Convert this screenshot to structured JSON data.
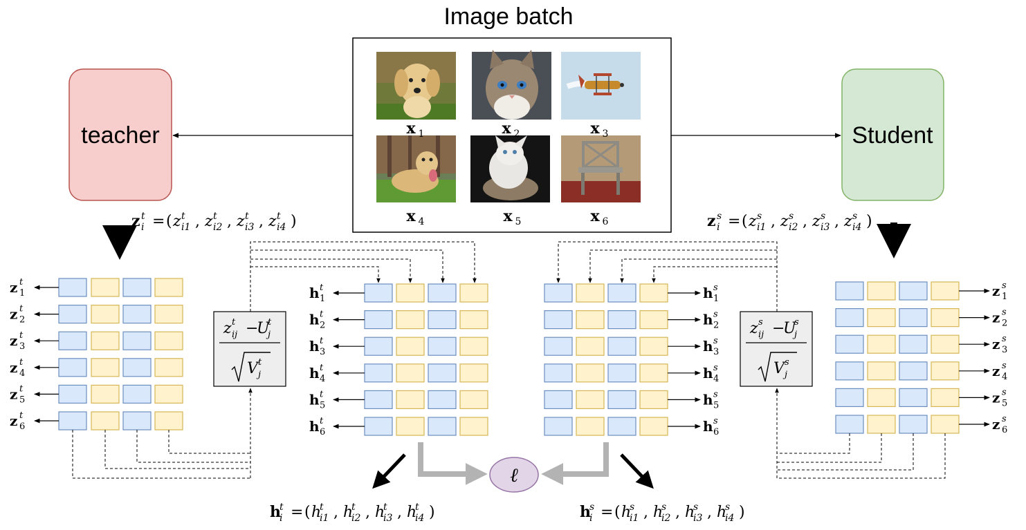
{
  "title": "Image batch",
  "teacher": {
    "label": "teacher"
  },
  "student": {
    "label": "Student"
  },
  "images": [
    {
      "caption": "x",
      "sub": "1",
      "subject": "dog-puppy"
    },
    {
      "caption": "x",
      "sub": "2",
      "subject": "cat-tabby"
    },
    {
      "caption": "x",
      "sub": "3",
      "subject": "biplane"
    },
    {
      "caption": "x",
      "sub": "4",
      "subject": "dog-lying"
    },
    {
      "caption": "x",
      "sub": "5",
      "subject": "kitten"
    },
    {
      "caption": "x",
      "sub": "6",
      "subject": "chair"
    }
  ],
  "z_teacher": {
    "main": "z",
    "sub": "i",
    "sup": "t",
    "rhs": "= (z",
    "elems": [
      "i1",
      "i2",
      "i3",
      "i4"
    ]
  },
  "z_student": {
    "main": "z",
    "sub": "i",
    "sup": "s",
    "rhs": "= (z",
    "elems": [
      "i1",
      "i2",
      "i3",
      "i4"
    ]
  },
  "h_teacher": {
    "main": "h",
    "sub": "i",
    "sup": "t",
    "elems": [
      "i1",
      "i2",
      "i3",
      "i4"
    ]
  },
  "h_student": {
    "main": "h",
    "sub": "i",
    "sup": "s",
    "elems": [
      "i1",
      "i2",
      "i3",
      "i4"
    ]
  },
  "row_labels": [
    "1",
    "2",
    "3",
    "4",
    "5",
    "6"
  ],
  "norm_teacher": {
    "num_var": "z",
    "num_sub": "ij",
    "sup": "t",
    "minus": "−",
    "u": "U",
    "u_sub": "j",
    "den_var": "V",
    "den_sub": "j"
  },
  "norm_student": {
    "num_var": "z",
    "num_sub": "ij",
    "sup": "s",
    "minus": "−",
    "u": "U",
    "u_sub": "j",
    "den_var": "V",
    "den_sub": "j"
  },
  "loss": "ℓ",
  "colors": {
    "blue_fill": "#dae8fc",
    "blue_stroke": "#6c8ebf",
    "yellow_fill": "#fff2cc",
    "yellow_stroke": "#d6b656",
    "teacher_fill": "#f8cecc",
    "teacher_stroke": "#b85450",
    "student_fill": "#d5e8d4",
    "student_stroke": "#82b366",
    "loss_fill": "#e1d5e7",
    "loss_stroke": "#9673a6",
    "norm_fill": "#eeeeee",
    "gray_arrow": "#b3b3b3"
  }
}
